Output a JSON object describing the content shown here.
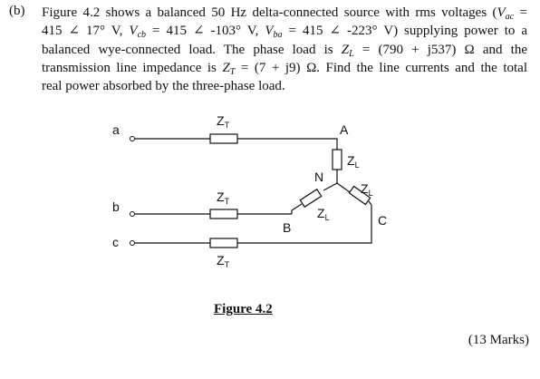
{
  "question": {
    "label": "(b)",
    "line1a": "Figure 4.2 shows a balanced 50 Hz delta-connected source with rms voltages (",
    "line1_var": "V",
    "line1_sub": "ac",
    "line1b": " =",
    "line2": "415 ∠ 17°  V, ",
    "line2_v2": "V",
    "line2_sub2": "cb",
    "line2_mid": " = 415 ∠ -103° V, ",
    "line2_v3": "V",
    "line2_sub3": "ba",
    "line2_end": " = 415 ∠ -223° V) supplying power to a",
    "line3a": "balanced wye-connected load. The phase load is ",
    "line3_var": "Z",
    "line3_sub": "L",
    "line3b": " = (790 + j537) Ω and the",
    "line4a": "transmission line impedance is ",
    "line4_var": "Z",
    "line4_sub": "T",
    "line4b": " = (7 + j9) Ω.  Find the line currents and the total",
    "line5": "real power absorbed by the three-phase load."
  },
  "figure": {
    "caption": "Figure 4.2",
    "terminals": {
      "a": "a",
      "b": "b",
      "c": "c"
    },
    "nodes": {
      "A": "A",
      "B": "B",
      "C": "C",
      "N": "N"
    },
    "impedance_main": "Z",
    "sub_T": "T",
    "sub_L": "L"
  },
  "marks": "(13 Marks)"
}
